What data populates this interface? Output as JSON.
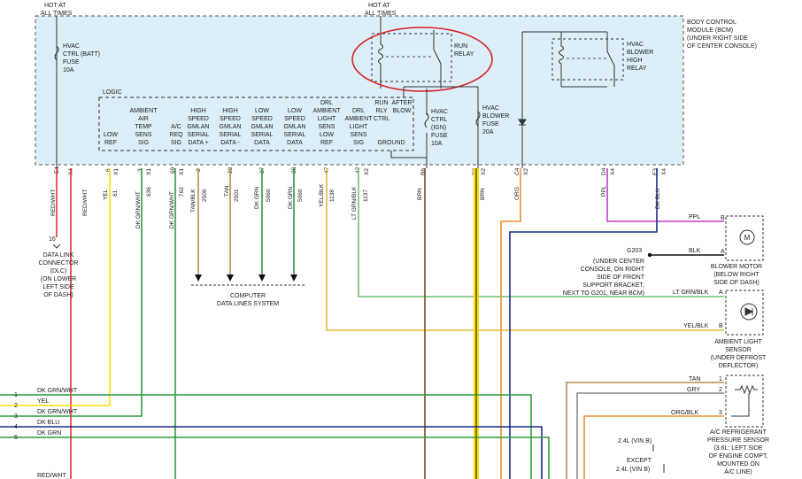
{
  "header": {
    "hot_left": [
      "HOT AT",
      "ALL TIMES"
    ],
    "hot_right": [
      "HOT AT",
      "ALL TIMES"
    ]
  },
  "bcm": {
    "title": [
      "BODY CONTROL",
      "MODULE (BCM)",
      "(UNDER RIGHT SIDE",
      "OF CENTER CONSOLE)"
    ],
    "logic_label": "LOGIC"
  },
  "fuses": {
    "batt": [
      "HVAC",
      "CTRL (BATT)",
      "FUSE",
      "10A"
    ],
    "ign": [
      "HVAC",
      "CTRL",
      "(IGN)",
      "FUSE",
      "10A"
    ],
    "blower": [
      "HVAC",
      "BLOWER",
      "FUSE",
      "20A"
    ]
  },
  "relays": {
    "run": [
      "RUN",
      "RELAY"
    ],
    "blower_high": [
      "HVAC",
      "BLOWER",
      "HIGH",
      "RELAY"
    ]
  },
  "signals": [
    [
      "LOW",
      "REF"
    ],
    [
      "AMBIENT",
      "AIR",
      "TEMP",
      "SENS",
      "SIG"
    ],
    [
      "A/C",
      "REQ",
      "SIG"
    ],
    [
      "HIGH",
      "SPEED",
      "GMLAN",
      "SERIAL",
      "DATA +"
    ],
    [
      "HIGH",
      "SPEED",
      "GMLAN",
      "SERIAL",
      "DATA -"
    ],
    [
      "LOW",
      "SPEED",
      "GMLAN",
      "SERIAL",
      "DATA"
    ],
    [
      "LOW",
      "SPEED",
      "GMLAN",
      "SERIAL",
      "DATA"
    ],
    [
      "DRL",
      "AMBIENT",
      "LIGHT",
      "SENS",
      "LOW",
      "REF"
    ],
    [
      "DRL",
      "AMBIENT",
      "LIGHT",
      "SENS",
      "SIG"
    ],
    [
      "RUN",
      "RLY",
      "CTRL"
    ],
    [
      "AFTER",
      "BLOW"
    ],
    [
      "GROUND"
    ]
  ],
  "pins": [
    "E1",
    "X4",
    "6",
    "X1",
    "3",
    "X1",
    "69",
    "X1",
    "2",
    "23",
    "37",
    "38",
    "47",
    "42",
    "X2",
    "B6",
    "B3",
    "X2",
    "C4",
    "X2",
    "D4",
    "X4",
    "E3",
    "X4"
  ],
  "wires": [
    {
      "color": "RED/WHT",
      "circuit": ""
    },
    {
      "color": "RED/WHT",
      "circuit": ""
    },
    {
      "color": "YEL",
      "circuit": "61"
    },
    {
      "color": "DK GRN/WHT",
      "circuit": "636"
    },
    {
      "color": "DK GRN/WHT",
      "circuit": "762"
    },
    {
      "color": "TAN/BLK",
      "circuit": "2500"
    },
    {
      "color": "TAN",
      "circuit": "2501"
    },
    {
      "color": "DK GRN",
      "circuit": "5060"
    },
    {
      "color": "DK GRN",
      "circuit": "5060"
    },
    {
      "color": "YEL/BLK",
      "circuit": "1138"
    },
    {
      "color": "LT GRN/BLK",
      "circuit": "1137"
    },
    {
      "color": "BRN",
      "circuit": ""
    },
    {
      "color": "BRN",
      "circuit": ""
    },
    {
      "color": "ORG",
      "circuit": ""
    },
    {
      "color": "PPL",
      "circuit": ""
    },
    {
      "color": "DK BLU",
      "circuit": ""
    }
  ],
  "dlc": {
    "pin": "16",
    "label": [
      "DATA LINK",
      "CONNECTOR",
      "(DLC)",
      "(ON LOWER",
      "LEFT SIDE",
      "OF DASH)"
    ]
  },
  "data_lines": [
    "COMPUTER",
    "DATA LINES SYSTEM"
  ],
  "ground": {
    "id": "G203",
    "label": [
      "(UNDER CENTER",
      "CONSOLE, ON RIGHT",
      "SIDE OF FRONT",
      "SUPPORT BRACKET,",
      "NEXT TO G201, NEAR BCM)"
    ]
  },
  "blower_motor": {
    "wire_b": "PPL",
    "wire_a": "BLK",
    "pin_b": "B",
    "pin_a": "A",
    "symbol": "M",
    "label": [
      "BLOWER MOTOR",
      "(BELOW RIGHT",
      "SIDE OF DASH)"
    ]
  },
  "ambient_sensor": {
    "wire_a": "LT GRN/BLK",
    "wire_b": "YEL/BLK",
    "pin_a": "A",
    "pin_b": "B",
    "label": [
      "AMBIENT LIGHT",
      "SENSOR",
      "(UNDER DEFROST",
      "DEFLECTOR)"
    ]
  },
  "ac_sensor": {
    "wires": [
      "TAN",
      "GRY",
      "ORG/BLK"
    ],
    "pins": [
      "1",
      "2",
      "3"
    ],
    "label": [
      "A/C REFRIGERANT",
      "PRESSURE SENSOR",
      "(3.6L: LEFT SIDE",
      "OF ENGINE COMPT,",
      "MOUNTED ON",
      "A/C LINE)"
    ]
  },
  "connector_left": {
    "numbers": [
      "1",
      "2",
      "3",
      "4",
      "5"
    ],
    "colors": [
      "DK GRN/WHT",
      "YEL",
      "DK GRN/WHT",
      "DK BLU",
      "DK GRN"
    ],
    "bottom": "RED/WHT"
  },
  "engine_labels": [
    "2.4L (VIN B)",
    "EXCEPT",
    "2.4L (VIN B)"
  ],
  "palette": {
    "module_fill": "#dceef8",
    "red": "#e0302a",
    "yellow": "#f2e200",
    "green": "#2e9a3a",
    "tan": "#b58a50",
    "ltgreen": "#6cc46a",
    "brown": "#7a4a22",
    "orange": "#e89030",
    "purple": "#c03cc8",
    "blue": "#1a2a8a",
    "highlight": "#d82020"
  }
}
